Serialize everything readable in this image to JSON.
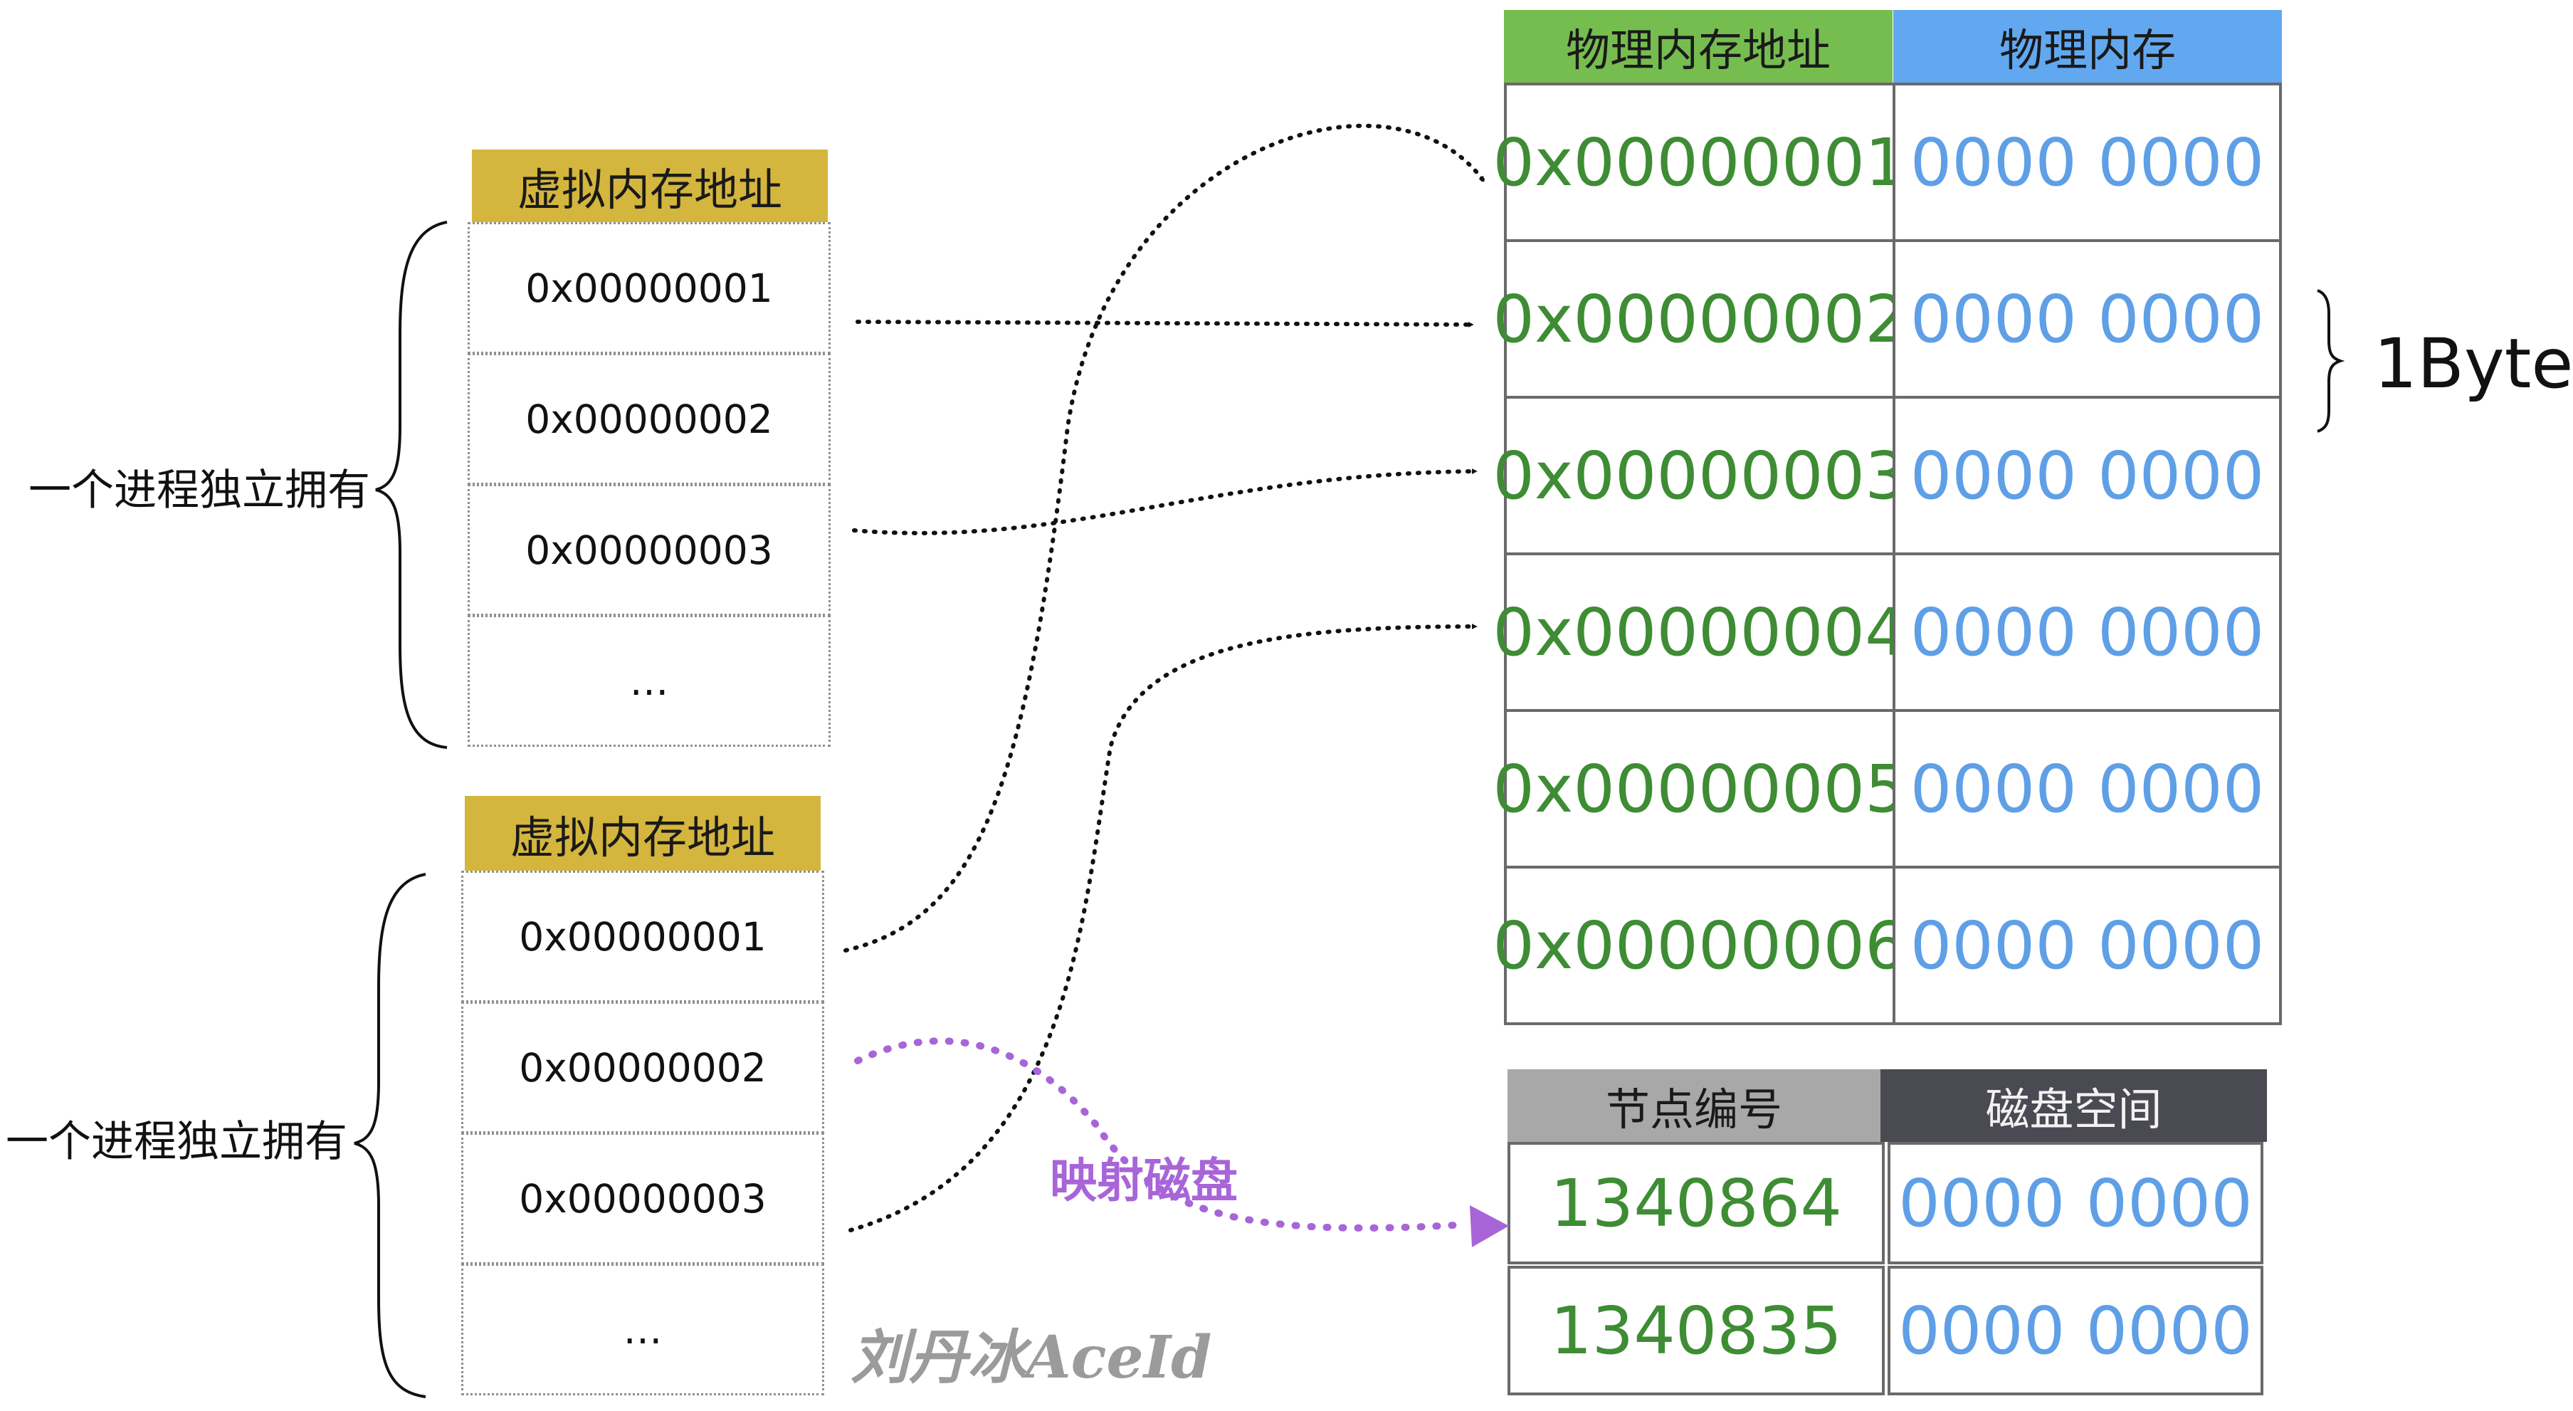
{
  "process_label": "一个进程独立拥有",
  "virtual_tables": [
    {
      "header": "虚拟内存地址",
      "rows": [
        "0x00000001",
        "0x00000002",
        "0x00000003",
        "…"
      ]
    },
    {
      "header": "虚拟内存地址",
      "rows": [
        "0x00000001",
        "0x00000002",
        "0x00000003",
        "…"
      ]
    }
  ],
  "physical_table": {
    "header_addr": "物理内存地址",
    "header_mem": "物理内存",
    "rows": [
      {
        "addr": "0x00000001",
        "mem": "0000 0000"
      },
      {
        "addr": "0x00000002",
        "mem": "0000 0000"
      },
      {
        "addr": "0x00000003",
        "mem": "0000 0000"
      },
      {
        "addr": "0x00000004",
        "mem": "0000 0000"
      },
      {
        "addr": "0x00000005",
        "mem": "0000 0000"
      },
      {
        "addr": "0x00000006",
        "mem": "0000 0000"
      }
    ]
  },
  "byte_label": "1Byte",
  "disk_table": {
    "header_node": "节点编号",
    "header_disk": "磁盘空间",
    "rows": [
      {
        "node": "1340864",
        "mem": "0000 0000"
      },
      {
        "node": "1340835",
        "mem": "0000 0000"
      }
    ]
  },
  "map_disk_label": "映射磁盘",
  "watermark": "刘丹冰AceId",
  "colors": {
    "virtual_header": "#d4b53d",
    "physical_addr_header": "#76bd4f",
    "physical_mem_header": "#62a8f0",
    "disk_node_header": "#a8a8a8",
    "disk_space_header": "#4a4a52",
    "address_text": "#3e8c34",
    "memory_text": "#5f9fe6",
    "map_disk_arrow": "#a865d8"
  }
}
